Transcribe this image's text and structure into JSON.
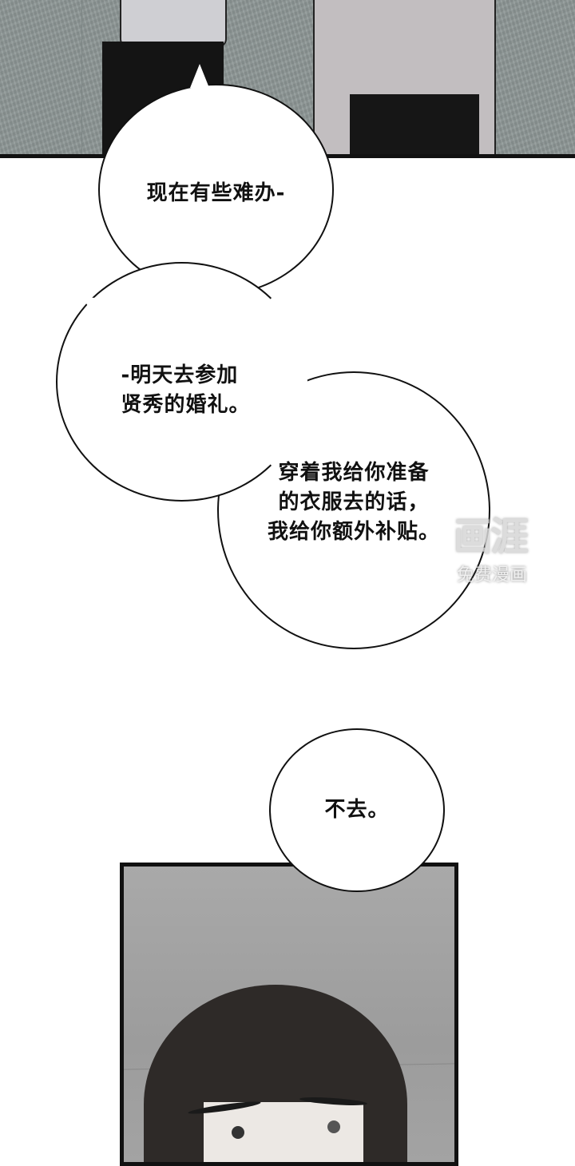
{
  "comic": {
    "panels": [
      {
        "id": "top-panel",
        "description": "two figures in shirts and dark trousers standing against a textured gray wall"
      },
      {
        "id": "bottom-panel",
        "description": "dark-haired character peeking up from bottom of frame against gray wall"
      }
    ],
    "bubbles": [
      {
        "text": "现在有些难办-"
      },
      {
        "text": "-明天去参加\n贤秀的婚礼。"
      },
      {
        "text": "穿着我给你准备\n的衣服去的话，\n我给你额外补贴。"
      },
      {
        "text": "不去。"
      }
    ],
    "watermark": {
      "main": "画涯",
      "sub": "免费漫画"
    }
  }
}
